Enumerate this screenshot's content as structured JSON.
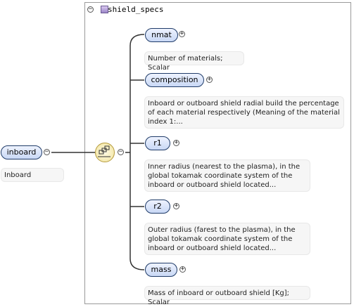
{
  "diagram": {
    "root": {
      "label": "inboard",
      "description": "Inboard",
      "expander": "−"
    },
    "group": {
      "title": "shield_specs",
      "expander": "−"
    },
    "sequence": {
      "icon": "sequence-compositor-icon",
      "expander": "−"
    },
    "children": [
      {
        "label": "nmat",
        "expander": "+",
        "description": "Number of materials; Scalar"
      },
      {
        "label": "composition",
        "expander": "+",
        "description": "Inboard or outboard shield radial build the percentage of each material respectively (Meaning of the material index 1:..."
      },
      {
        "label": "r1",
        "expander": "+",
        "description": "Inner radius (nearest to the plasma), in the global tokamak coordinate system of the inboard or outboard shield located..."
      },
      {
        "label": "r2",
        "expander": "+",
        "description": "Outer radius (farest to the plasma), in the global tokamak coordinate system of the inboard or outboard shield located..."
      },
      {
        "label": "mass",
        "expander": "+",
        "description": "Mass of inboard or outboard shield [Kg]; Scalar"
      }
    ]
  }
}
